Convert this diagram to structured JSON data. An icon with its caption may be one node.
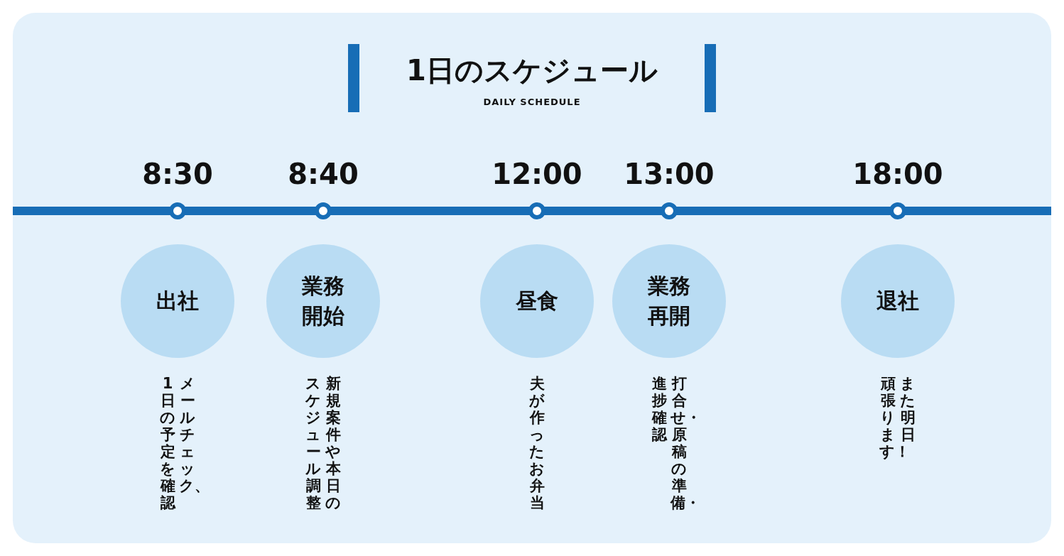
{
  "diagram": {
    "title": "1日のスケジュール",
    "nodes": [
      {
        "text": [],
        "shape": "bar"
      },
      {
        "text": [],
        "shape": "bar"
      },
      {
        "text": [
          "出社"
        ],
        "beside": [
          "8:30",
          "メールチェック、1日の予定を確認"
        ]
      },
      {
        "text": [
          "業務開始"
        ],
        "beside": [
          "8:40",
          "新規案件や本日のスケジュール調整"
        ]
      },
      {
        "text": [
          "昼食"
        ],
        "beside": [
          "12:00",
          "夫が作ったお弁当"
        ]
      },
      {
        "text": [
          "業務再開"
        ],
        "beside": [
          "13:00",
          "打合せ・原稿の準備・進捗確認"
        ]
      },
      {
        "text": [
          "退社"
        ],
        "beside": [
          "18:00",
          "また明日頑張ります！"
        ]
      }
    ],
    "labels": [
      "DAILY SCHEDULE"
    ]
  }
}
